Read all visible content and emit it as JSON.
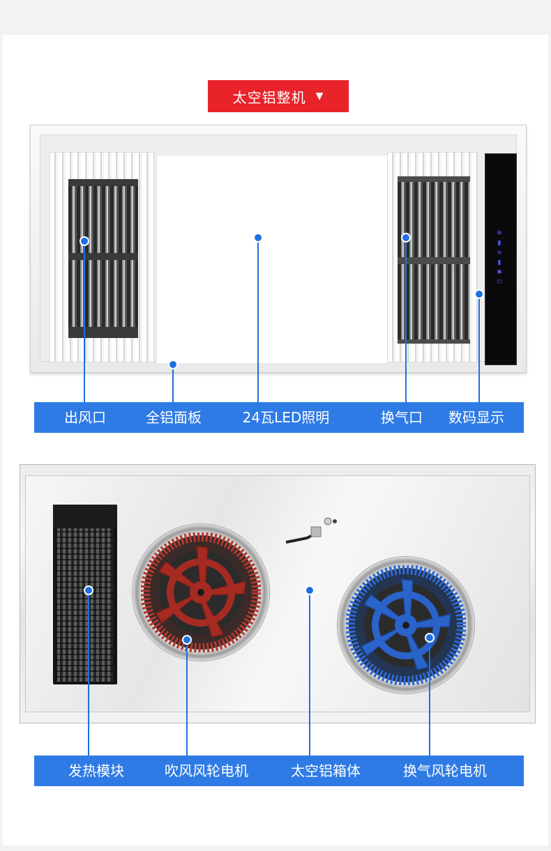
{
  "title": {
    "text": "太空铝整机",
    "arrow": "▼"
  },
  "panel1": {
    "labels": [
      "出风口",
      "全铝面板",
      "24瓦LED照明",
      "换气口",
      "数码显示"
    ]
  },
  "panel2": {
    "labels": [
      "发热模块",
      "吹风风轮电机",
      "太空铝箱体",
      "换气风轮电机"
    ]
  },
  "colors": {
    "accent_blue": "#2f7be5",
    "callout_blue": "#1f6fe0",
    "title_red": "#e8232a",
    "blower_red": "#a52b22",
    "exhaust_blue": "#2a63c9",
    "display_led": "#4f55ff"
  }
}
